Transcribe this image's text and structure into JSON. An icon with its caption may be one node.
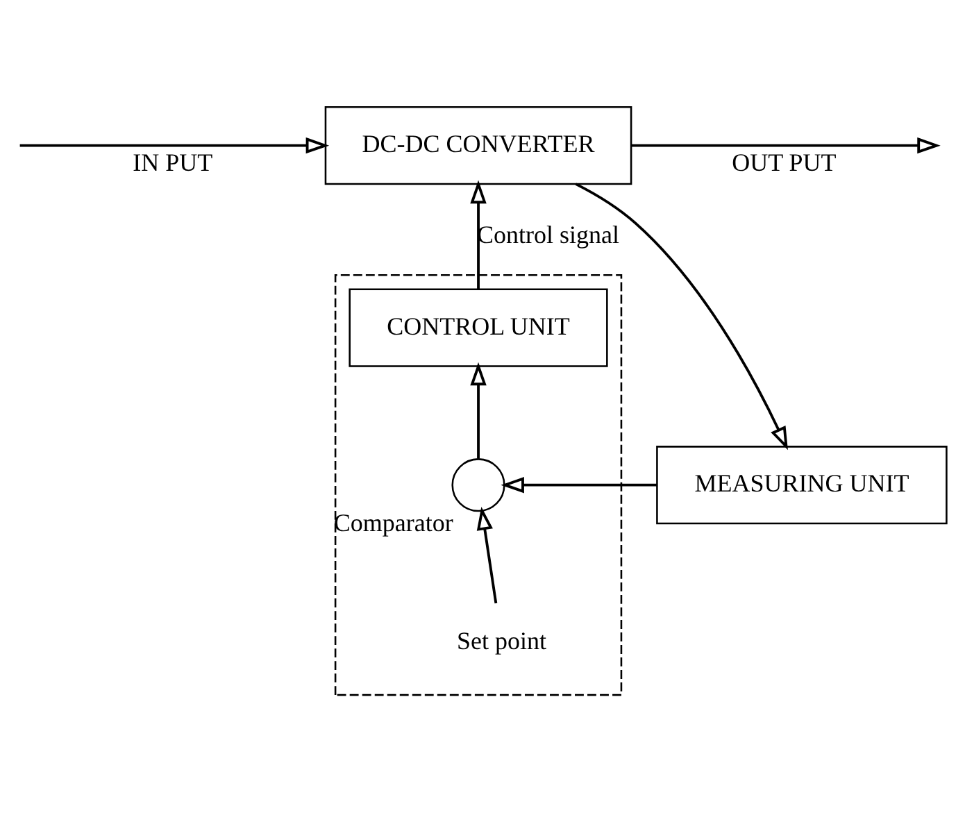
{
  "diagram": {
    "nodes": [
      {
        "text": [
          "DC-DC CONVERTER"
        ]
      },
      {
        "text": [],
        "shape": "box"
      },
      {
        "text": [
          "CONTROL UNIT"
        ],
        "in": 1
      },
      {
        "text": [],
        "shape": "circle",
        "beside": [
          "Comparator"
        ],
        "in": 1
      },
      {
        "text": [
          "Set point"
        ],
        "in": 1
      },
      {
        "text": [
          "MEASURING UNIT"
        ]
      }
    ],
    "edges": [
      {
        "from": null,
        "to": 0,
        "arrow": "to",
        "label": "IN PUT"
      },
      {
        "from": 0,
        "to": null,
        "arrow": "to",
        "label": "OUT PUT"
      },
      {
        "from": 0,
        "to": 5,
        "arrow": "to"
      },
      {
        "from": 5,
        "to": 3,
        "arrow": "to"
      },
      {
        "from": 4,
        "to": 3,
        "arrow": "to"
      },
      {
        "from": 3,
        "to": 2,
        "arrow": "to"
      },
      {
        "from": 2,
        "to": 0,
        "arrow": "to",
        "label": "Control signal"
      }
    ]
  }
}
